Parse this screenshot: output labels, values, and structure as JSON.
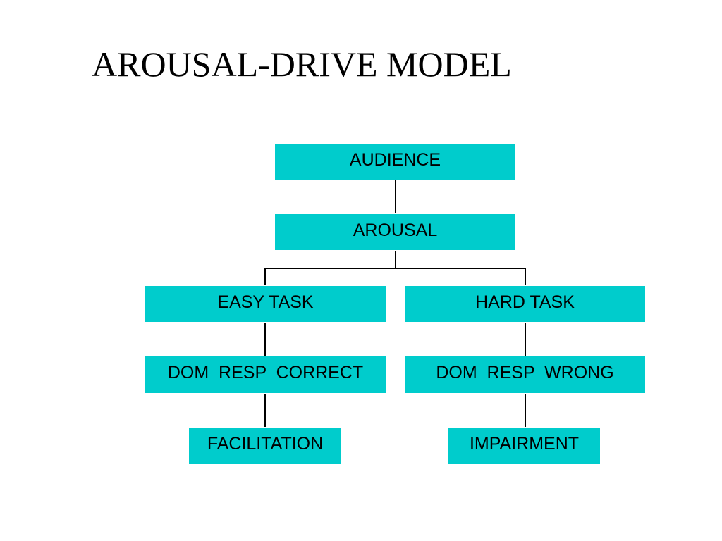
{
  "title": "AROUSAL-DRIVE MODEL",
  "nodes": {
    "audience": "AUDIENCE",
    "arousal": "AROUSAL",
    "easy_task": "EASY TASK",
    "hard_task": "HARD TASK",
    "dom_resp_correct": "DOM  RESP  CORRECT",
    "dom_resp_wrong": "DOM  RESP  WRONG",
    "facilitation": "FACILITATION",
    "impairment": "IMPAIRMENT"
  },
  "colors": {
    "node_fill": "#00cccc",
    "line": "#000000"
  }
}
